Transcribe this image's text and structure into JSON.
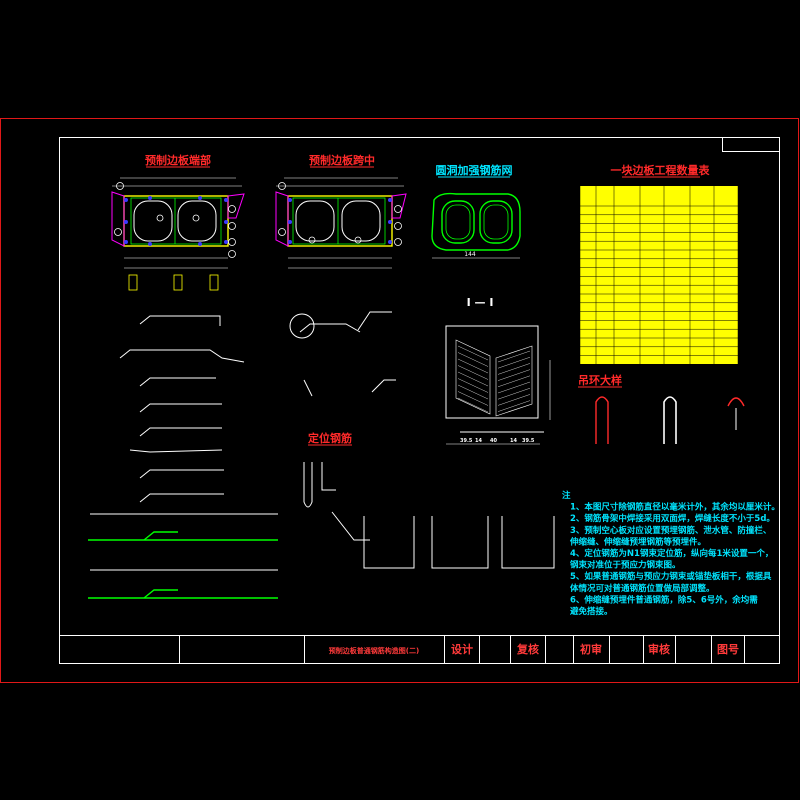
{
  "drawing": {
    "views": {
      "end": "预制边板端部",
      "mid": "预制边板跨中",
      "mesh": "圆洞加强钢筋网",
      "section": "I — I",
      "hook": "吊环大样",
      "locate": "定位钢筋"
    },
    "table_title": "一块边板工程数量表",
    "mesh_dim": "144",
    "section_dims": [
      "39.5",
      "14",
      "40",
      "14",
      "39.5"
    ],
    "notes": [
      "注",
      "1、本图尺寸除钢筋直径以毫米计外，其余均以厘米计。",
      "2、钢筋骨架中焊接采用双面焊，焊缝长度不小于5d。",
      "3、预制空心板对应设置预埋钢筋、泄水管、防撞栏、",
      "   伸缩缝、伸缩缝预埋钢筋等预埋件。",
      "4、定位钢筋为N1钢束定位筋，纵向每1米设置一个，",
      "   钢束对准位于预应力钢束图。",
      "5、如果普通钢筋与预应力钢束或锚垫板相干，根据具",
      "   体情况可对普通钢筋位置做局部调整。",
      "6、伸缩缝预埋件普通钢筋，除5、6号外，余均需",
      "   避免搭接。"
    ],
    "title_block": {
      "title": "预制边板普通钢筋构造图(二)",
      "design": "设计",
      "review": "复核",
      "check": "初审",
      "approve": "审核",
      "drawing_no": "图号"
    }
  }
}
